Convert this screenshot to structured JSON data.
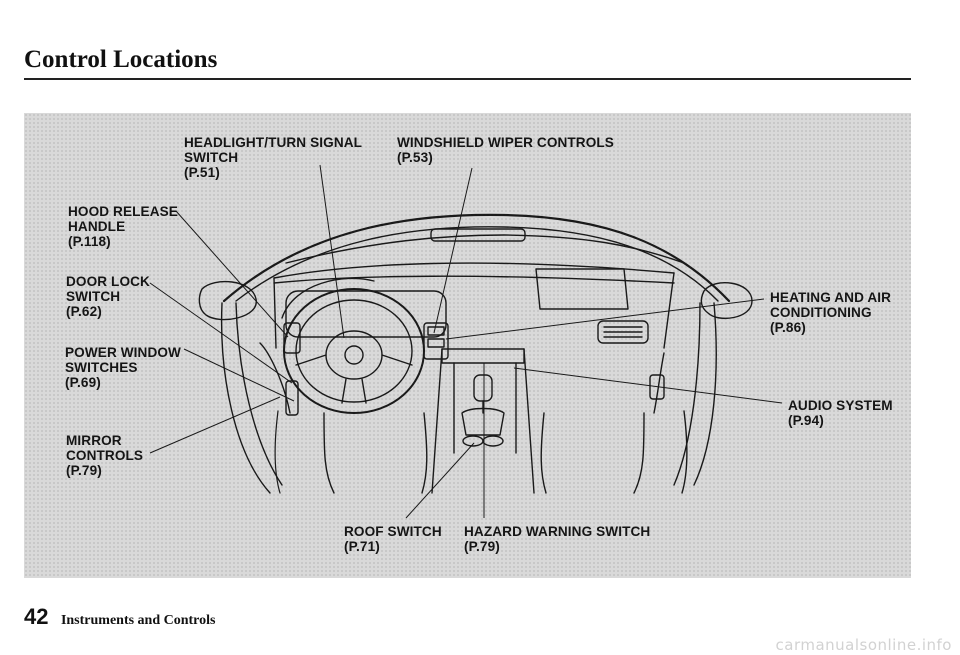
{
  "page": {
    "title": "Control Locations",
    "page_number": "42",
    "section": "Instruments and Controls",
    "watermark": "carmanualsonline.info"
  },
  "callouts": {
    "headlight": {
      "lines": [
        "HEADLIGHT/TURN SIGNAL",
        "SWITCH",
        "(P.51)"
      ]
    },
    "wiper": {
      "lines": [
        "WINDSHIELD WIPER CONTROLS",
        "(P.53)"
      ]
    },
    "hood": {
      "lines": [
        "HOOD RELEASE",
        "HANDLE",
        "(P.118)"
      ]
    },
    "door_lock": {
      "lines": [
        "DOOR LOCK",
        "SWITCH",
        "(P.62)"
      ]
    },
    "power_window": {
      "lines": [
        "POWER WINDOW",
        "SWITCHES",
        "(P.69)"
      ]
    },
    "mirror": {
      "lines": [
        "MIRROR",
        "CONTROLS",
        "(P.79)"
      ]
    },
    "heating": {
      "lines": [
        "HEATING AND AIR",
        "CONDITIONING",
        "(P.86)"
      ]
    },
    "audio": {
      "lines": [
        "AUDIO SYSTEM",
        "(P.94)"
      ]
    },
    "roof": {
      "lines": [
        "ROOF SWITCH",
        "(P.71)"
      ]
    },
    "hazard": {
      "lines": [
        "HAZARD WARNING SWITCH",
        "(P.79)"
      ]
    }
  }
}
